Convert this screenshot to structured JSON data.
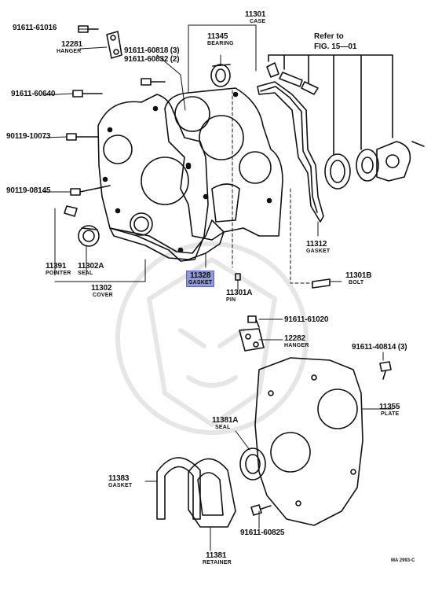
{
  "highlight_color": "#8f98d8",
  "parts": [
    {
      "id": "p11301",
      "number": "11301",
      "name": "CASE"
    },
    {
      "id": "p11345",
      "number": "11345",
      "name": "BEARING"
    },
    {
      "id": "pref",
      "number": "Refer to",
      "name": "FIG. 15—01"
    },
    {
      "id": "p12281",
      "number": "12281",
      "name": "HANGER"
    },
    {
      "id": "p91611_61016",
      "number": "91611-61016",
      "name": ""
    },
    {
      "id": "p91611_60818",
      "number": "91611-60818 (3)",
      "name": ""
    },
    {
      "id": "p91611_60832",
      "number": "91611-60832 (2)",
      "name": ""
    },
    {
      "id": "p91611_60640",
      "number": "91611-60640",
      "name": ""
    },
    {
      "id": "p90119_10073",
      "number": "90119-10073",
      "name": ""
    },
    {
      "id": "p90119_08145",
      "number": "90119-08145",
      "name": ""
    },
    {
      "id": "p11312",
      "number": "11312",
      "name": "GASKET"
    },
    {
      "id": "p11391",
      "number": "11391",
      "name": "POINTER"
    },
    {
      "id": "p11302A",
      "number": "11302A",
      "name": "SEAL"
    },
    {
      "id": "p11302",
      "number": "11302",
      "name": "COVER"
    },
    {
      "id": "p11328",
      "number": "11328",
      "name": "GASKET"
    },
    {
      "id": "p11301A",
      "number": "11301A",
      "name": "PIN"
    },
    {
      "id": "p11301B",
      "number": "11301B",
      "name": "BOLT"
    },
    {
      "id": "p91611_61020",
      "number": "91611-61020",
      "name": ""
    },
    {
      "id": "p12282",
      "number": "12282",
      "name": "HANGER"
    },
    {
      "id": "p91611_40814",
      "number": "91611-40814 (3)",
      "name": ""
    },
    {
      "id": "p11355",
      "number": "11355",
      "name": "PLATE"
    },
    {
      "id": "p11381A",
      "number": "11381A",
      "name": "SEAL"
    },
    {
      "id": "p11383",
      "number": "11383",
      "name": "GASKET"
    },
    {
      "id": "p91611_60825",
      "number": "91611-60825",
      "name": ""
    },
    {
      "id": "p11381",
      "number": "11381",
      "name": "RETAINER"
    }
  ],
  "diagram_code": "MA 2993-C"
}
